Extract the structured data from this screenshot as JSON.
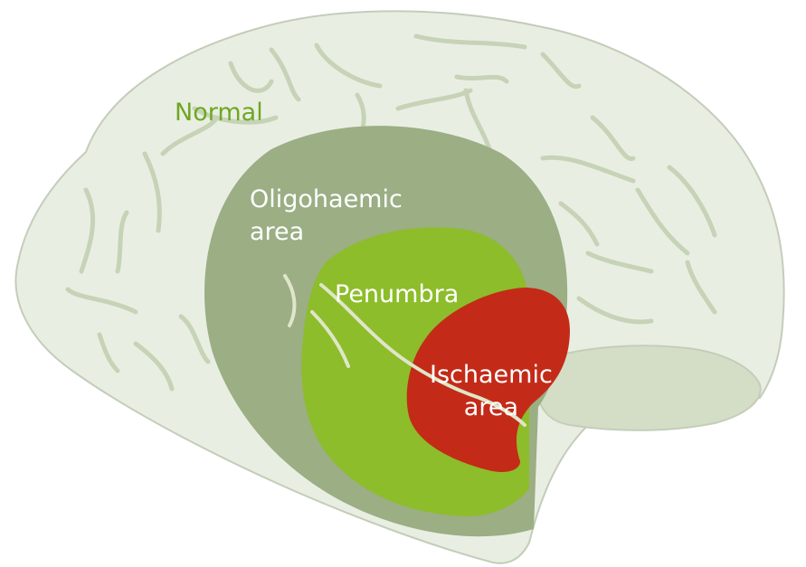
{
  "labels": {
    "normal": "Normal",
    "oligohaemic_line1": "Oligohaemic",
    "oligohaemic_line2": "area",
    "penumbra": "Penumbra",
    "ischaemic_line1": "Ischaemic",
    "ischaemic_line2": "area"
  },
  "colors": {
    "brain_fill": "#e9eee3",
    "brain_outline": "#c3cdb9",
    "sulci": "#c6d3b6",
    "oligohaemic": "#9bae84",
    "penumbra": "#8dbd2a",
    "ischaemic": "#c32b18",
    "label_normal": "#6fa724",
    "label_light": "#ffffff",
    "cerebellum": "#d4dec6"
  }
}
